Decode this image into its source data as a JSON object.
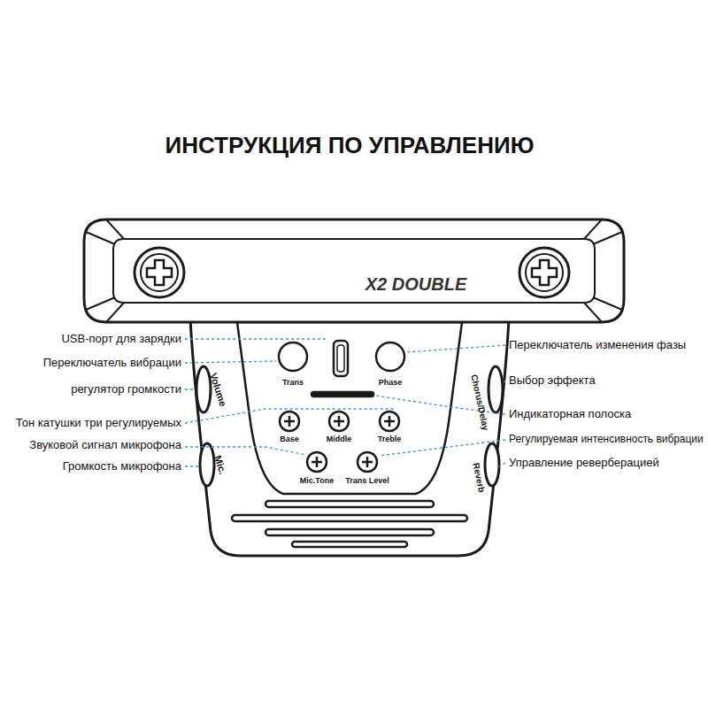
{
  "diagram": {
    "title": "ИНСТРУКЦИЯ ПО УПРАВЛЕНИЮ",
    "labels": [
      "USB-порт для зарядки",
      "Переключатель вибрации",
      "регулятор громкости",
      "Тон катушки три регулируемых",
      "Звуковой сигнал микрофона",
      "Громкость микрофона",
      "Переключатель изменения фазы",
      "Выбор эффекта",
      "Индикаторная полоска",
      "Регулируемая интенсивность вибрации",
      "Управление реверберацией",
      "X2 DOUBLE",
      "Trans",
      "Phase",
      "Volume",
      "Base",
      "Middle",
      "Treble",
      "Mic.Tone",
      "Trans Level",
      "Mic.",
      "Chorus/Delay",
      "Reverb"
    ]
  }
}
